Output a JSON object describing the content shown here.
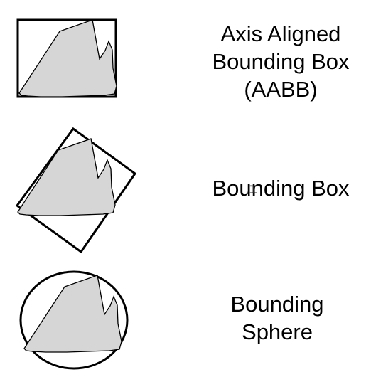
{
  "colors": {
    "shape_fill": "#d6d6d6",
    "stroke": "#000000",
    "background": "#ffffff",
    "text": "#000000"
  },
  "rows": [
    {
      "id": "aabb",
      "label_lines": [
        "Axis Aligned",
        "Bounding Box",
        "(AABB)"
      ]
    },
    {
      "id": "oriented-box",
      "label_lines": [
        "Bounding Box"
      ]
    },
    {
      "id": "sphere",
      "label_lines": [
        "Bounding",
        "Sphere"
      ]
    }
  ],
  "cursor_icon": "text-cursor-icon"
}
